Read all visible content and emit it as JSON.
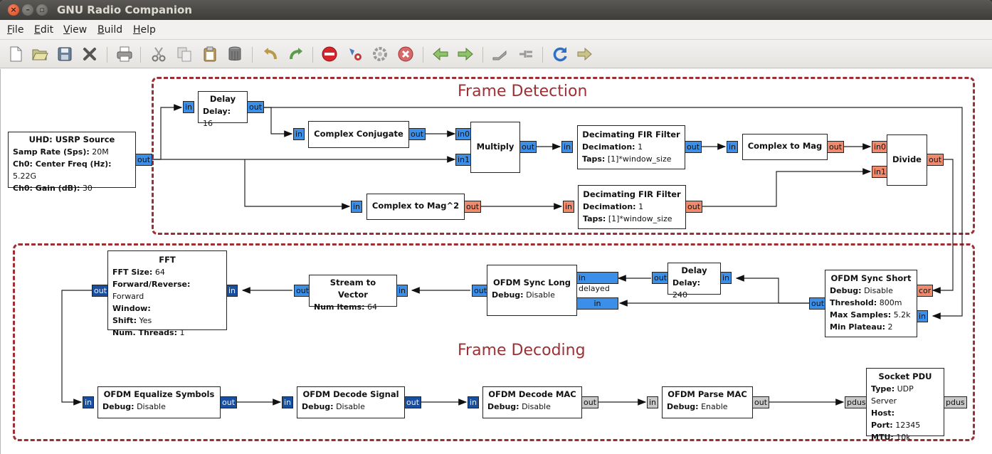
{
  "window": {
    "title": "GNU Radio Companion"
  },
  "menu": [
    {
      "key": "F",
      "rest": "ile"
    },
    {
      "key": "E",
      "rest": "dit"
    },
    {
      "key": "V",
      "rest": "iew"
    },
    {
      "key": "B",
      "rest": "uild"
    },
    {
      "key": "H",
      "rest": "elp"
    }
  ],
  "toolbar_icons": [
    "new-icon",
    "open-icon",
    "save-icon",
    "close-icon",
    "print-icon",
    "cut-icon",
    "copy-icon",
    "paste-icon",
    "delete-icon",
    "undo-icon",
    "redo-icon",
    "disable-icon",
    "generate-icon",
    "execute-icon",
    "kill-icon",
    "rotate-ccw-icon",
    "rotate-cw-icon",
    "enable-icon",
    "disable-block-icon",
    "reload-icon",
    "find-icon"
  ],
  "groups": {
    "detection": "Frame Detection",
    "decoding": "Frame Decoding"
  },
  "blocks": {
    "usrp": {
      "title": "UHD: USRP Source",
      "params": [
        [
          "Samp Rate (Sps):",
          " 20M"
        ],
        [
          "Ch0: Center Freq (Hz):",
          " 5.22G"
        ],
        [
          "Ch0: Gain (dB):",
          " 30"
        ]
      ]
    },
    "delay16": {
      "title": "Delay",
      "params": [
        [
          "Delay:",
          " 16"
        ]
      ]
    },
    "conj": {
      "title": "Complex Conjugate"
    },
    "multiply": {
      "title": "Multiply"
    },
    "fir1": {
      "title": "Decimating FIR Filter",
      "params": [
        [
          "Decimation:",
          " 1"
        ],
        [
          "Taps:",
          " [1]*window_size"
        ]
      ]
    },
    "mag1": {
      "title": "Complex to Mag"
    },
    "divide": {
      "title": "Divide"
    },
    "magsq": {
      "title": "Complex to Mag^2"
    },
    "fir2": {
      "title": "Decimating FIR Filter",
      "params": [
        [
          "Decimation:",
          " 1"
        ],
        [
          "Taps:",
          " [1]*window_size"
        ]
      ]
    },
    "fft": {
      "title": "FFT",
      "params": [
        [
          "FFT Size:",
          " 64"
        ],
        [
          "Forward/Reverse:",
          " Forward"
        ],
        [
          "Window:",
          ""
        ],
        [
          "Shift:",
          " Yes"
        ],
        [
          "Num. Threads:",
          " 1"
        ]
      ]
    },
    "s2v": {
      "title": "Stream to Vector",
      "params": [
        [
          "Num Items:",
          " 64"
        ]
      ]
    },
    "synclong": {
      "title": "OFDM Sync Long",
      "params": [
        [
          "Debug:",
          " Disable"
        ]
      ]
    },
    "delay240": {
      "title": "Delay",
      "params": [
        [
          "Delay:",
          " 240"
        ]
      ]
    },
    "syncshort": {
      "title": "OFDM Sync Short",
      "params": [
        [
          "Debug:",
          " Disable"
        ],
        [
          "Threshold:",
          " 800m"
        ],
        [
          "Max Samples:",
          " 5.2k"
        ],
        [
          "Min Plateau:",
          " 2"
        ]
      ]
    },
    "equalize": {
      "title": "OFDM Equalize Symbols",
      "params": [
        [
          "Debug:",
          " Disable"
        ]
      ]
    },
    "decsig": {
      "title": "OFDM Decode Signal",
      "params": [
        [
          "Debug:",
          " Disable"
        ]
      ]
    },
    "decmac": {
      "title": "OFDM Decode MAC",
      "params": [
        [
          "Debug:",
          " Disable"
        ]
      ]
    },
    "parsemac": {
      "title": "OFDM Parse MAC",
      "params": [
        [
          "Debug:",
          " Enable"
        ]
      ]
    },
    "socketpdu": {
      "title": "Socket PDU",
      "params": [
        [
          "Type:",
          " UDP Server"
        ],
        [
          "Host:",
          ""
        ],
        [
          "Port:",
          " 12345"
        ],
        [
          "MTU:",
          " 10k"
        ]
      ]
    }
  },
  "ports": {
    "in": "in",
    "out": "out",
    "in0": "in0",
    "in1": "in1",
    "cor": "cor",
    "in_delayed": "in delayed",
    "pdus": "pdus"
  }
}
